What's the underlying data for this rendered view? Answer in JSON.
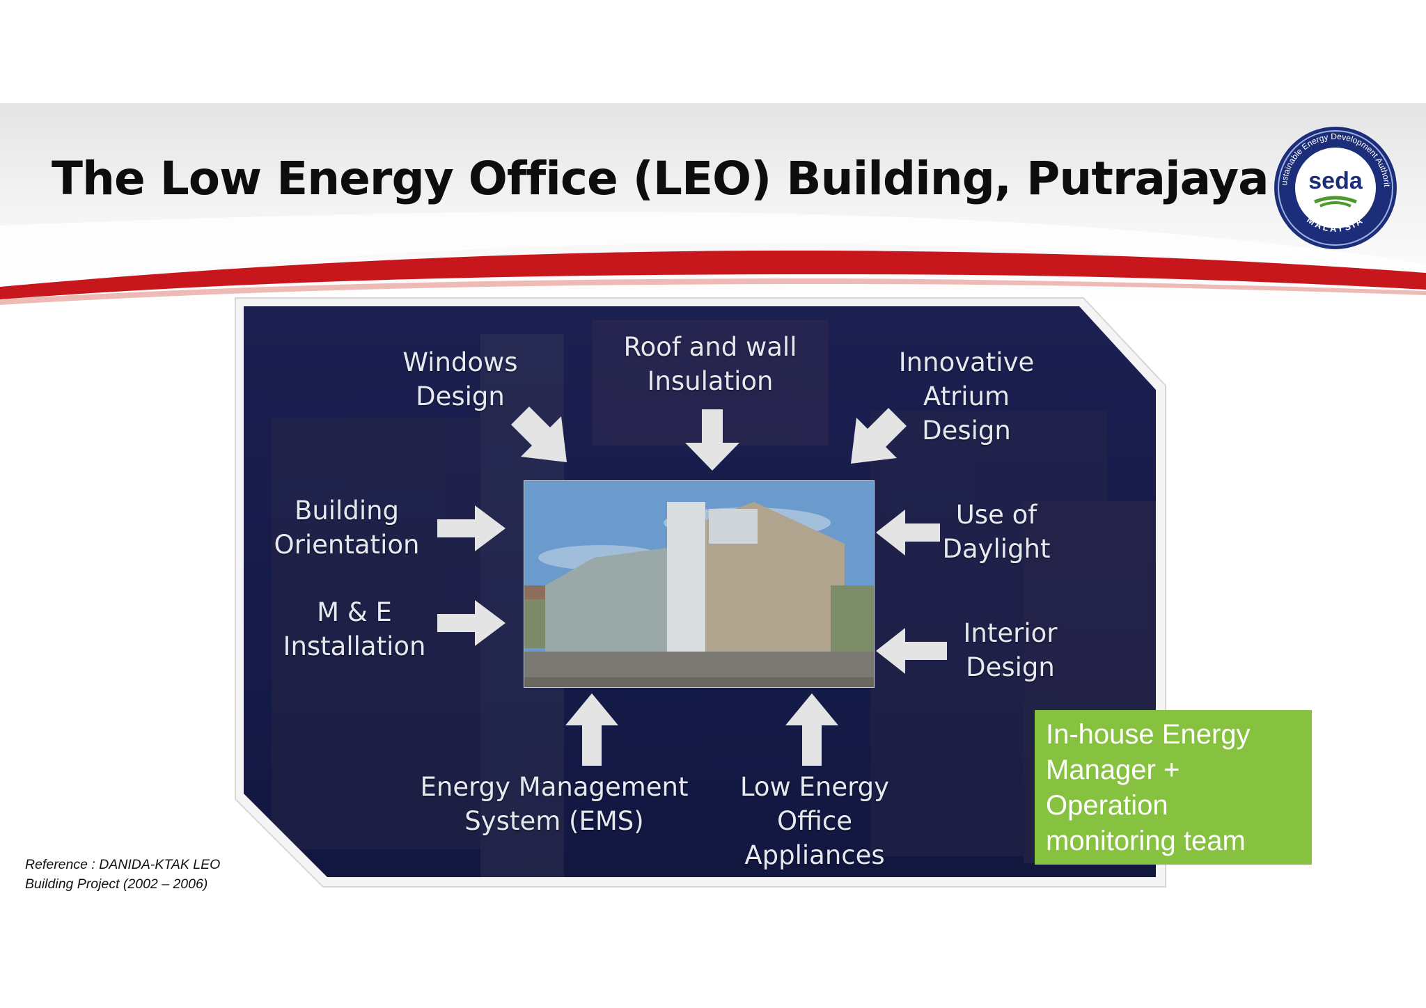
{
  "slide": {
    "title": "The Low Energy Office (LEO) Building, Putrajaya",
    "logo": {
      "center_text": "seda",
      "ring_text": "Sustainable Energy Development Authority",
      "bottom_text": "MALAYSIA"
    }
  },
  "diagram": {
    "center_image": "LEO building photograph",
    "inputs": [
      {
        "label": "Windows\nDesign",
        "arrow_direction": "down-right"
      },
      {
        "label": "Roof and wall\nInsulation",
        "arrow_direction": "down"
      },
      {
        "label": "Innovative\nAtrium\nDesign",
        "arrow_direction": "down-left"
      },
      {
        "label": "Building\nOrientation",
        "arrow_direction": "right"
      },
      {
        "label": "Use of\nDaylight",
        "arrow_direction": "left"
      },
      {
        "label": "M & E\nInstallation",
        "arrow_direction": "right"
      },
      {
        "label": "Interior\nDesign",
        "arrow_direction": "left"
      },
      {
        "label": "Energy Management\nSystem (EMS)",
        "arrow_direction": "up"
      },
      {
        "label": "Low Energy\nOffice\nAppliances",
        "arrow_direction": "up"
      }
    ],
    "energy_manager": "In-house Energy\nManager +\nOperation\nmonitoring team"
  },
  "reference": "Reference : DANIDA-KTAK LEO\nBuilding Project (2002 – 2006)",
  "colors": {
    "panel_dark": "#141a4d",
    "accent_red": "#c8161d",
    "green_box": "#86c240",
    "arrow": "#e4e4e4",
    "logo_navy": "#1c2d7a"
  }
}
